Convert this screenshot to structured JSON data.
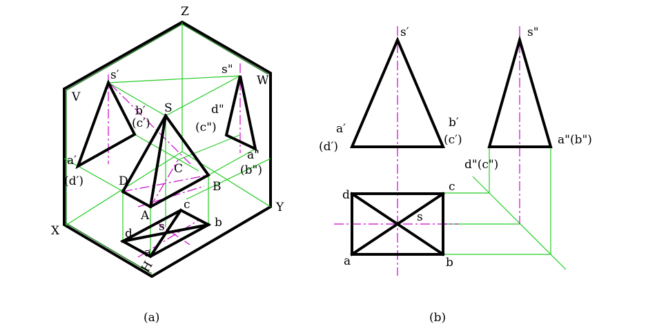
{
  "figure_a": {
    "caption": "(a)",
    "axis_labels": {
      "z": "Z",
      "x": "X",
      "y": "Y",
      "v": "V",
      "w": "W",
      "h": "H"
    },
    "space_points": {
      "s": "S",
      "a": "A",
      "b": "B",
      "c": "C",
      "d": "D"
    },
    "v_proj": {
      "s": "s′",
      "b": "b′",
      "c": "(c′)",
      "a": "a′",
      "d": "(d′)"
    },
    "w_proj": {
      "s": "s\"",
      "d": "d\"",
      "c": "(c\")",
      "a": "a\"",
      "b": "(b\")"
    },
    "h_proj": {
      "s": "s",
      "c": "c",
      "d": "d",
      "b": "b",
      "a": "a"
    }
  },
  "figure_b": {
    "caption": "(b)",
    "front_view": {
      "s": "s′",
      "a": "a′",
      "d": "(d′)",
      "b": "b′",
      "c": "(c′)"
    },
    "side_view": {
      "s": "s\"",
      "ab": "a\"(b\")",
      "dc": "d\"(c\")"
    },
    "top_view": {
      "d": "d",
      "c": "c",
      "a": "a",
      "b": "b",
      "s": "s"
    }
  },
  "colors": {
    "outline": "#000000",
    "projection_lines": "#22cc22",
    "center_lines": "#cc00cc",
    "box_inner": "#1e7a1e"
  }
}
